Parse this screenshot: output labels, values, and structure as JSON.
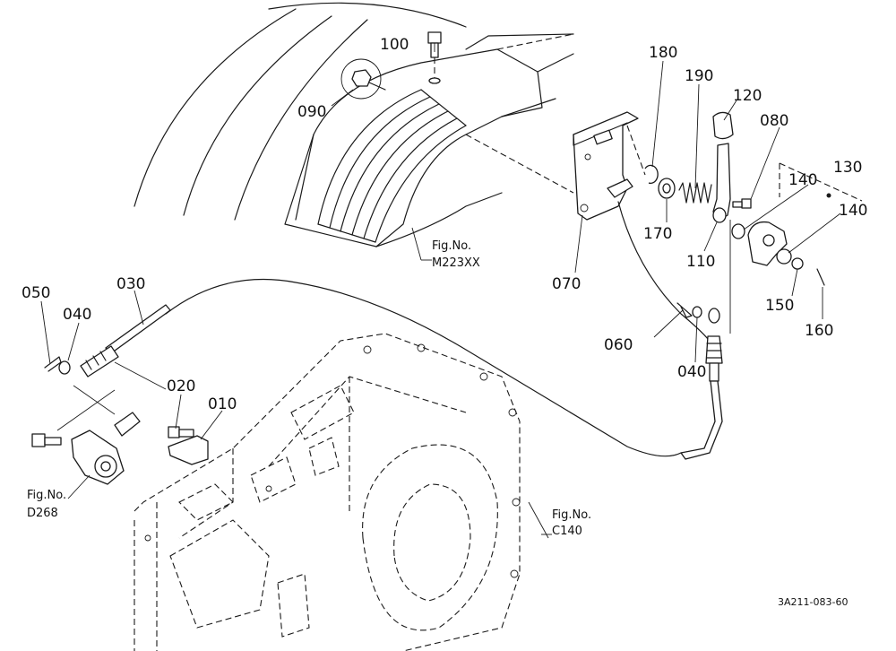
{
  "callouts": {
    "p100": "100",
    "p090": "090",
    "p180": "180",
    "p190": "190",
    "p120": "120",
    "p080": "080",
    "p130": "130",
    "p140a": "140",
    "p140b": "140",
    "p170": "170",
    "p110": "110",
    "p070": "070",
    "p150": "150",
    "p160": "160",
    "p060": "060",
    "p040a": "040",
    "p040b": "040",
    "p050": "050",
    "p030": "030",
    "p020": "020",
    "p010": "010"
  },
  "figure_refs": {
    "fender": {
      "label": "Fig.No.",
      "code": "M223XX"
    },
    "coupler": {
      "label": "Fig.No.",
      "code": "D268"
    },
    "case": {
      "label": "Fig.No.",
      "code": "C140"
    }
  },
  "drawing_code": "3A211-083-60"
}
